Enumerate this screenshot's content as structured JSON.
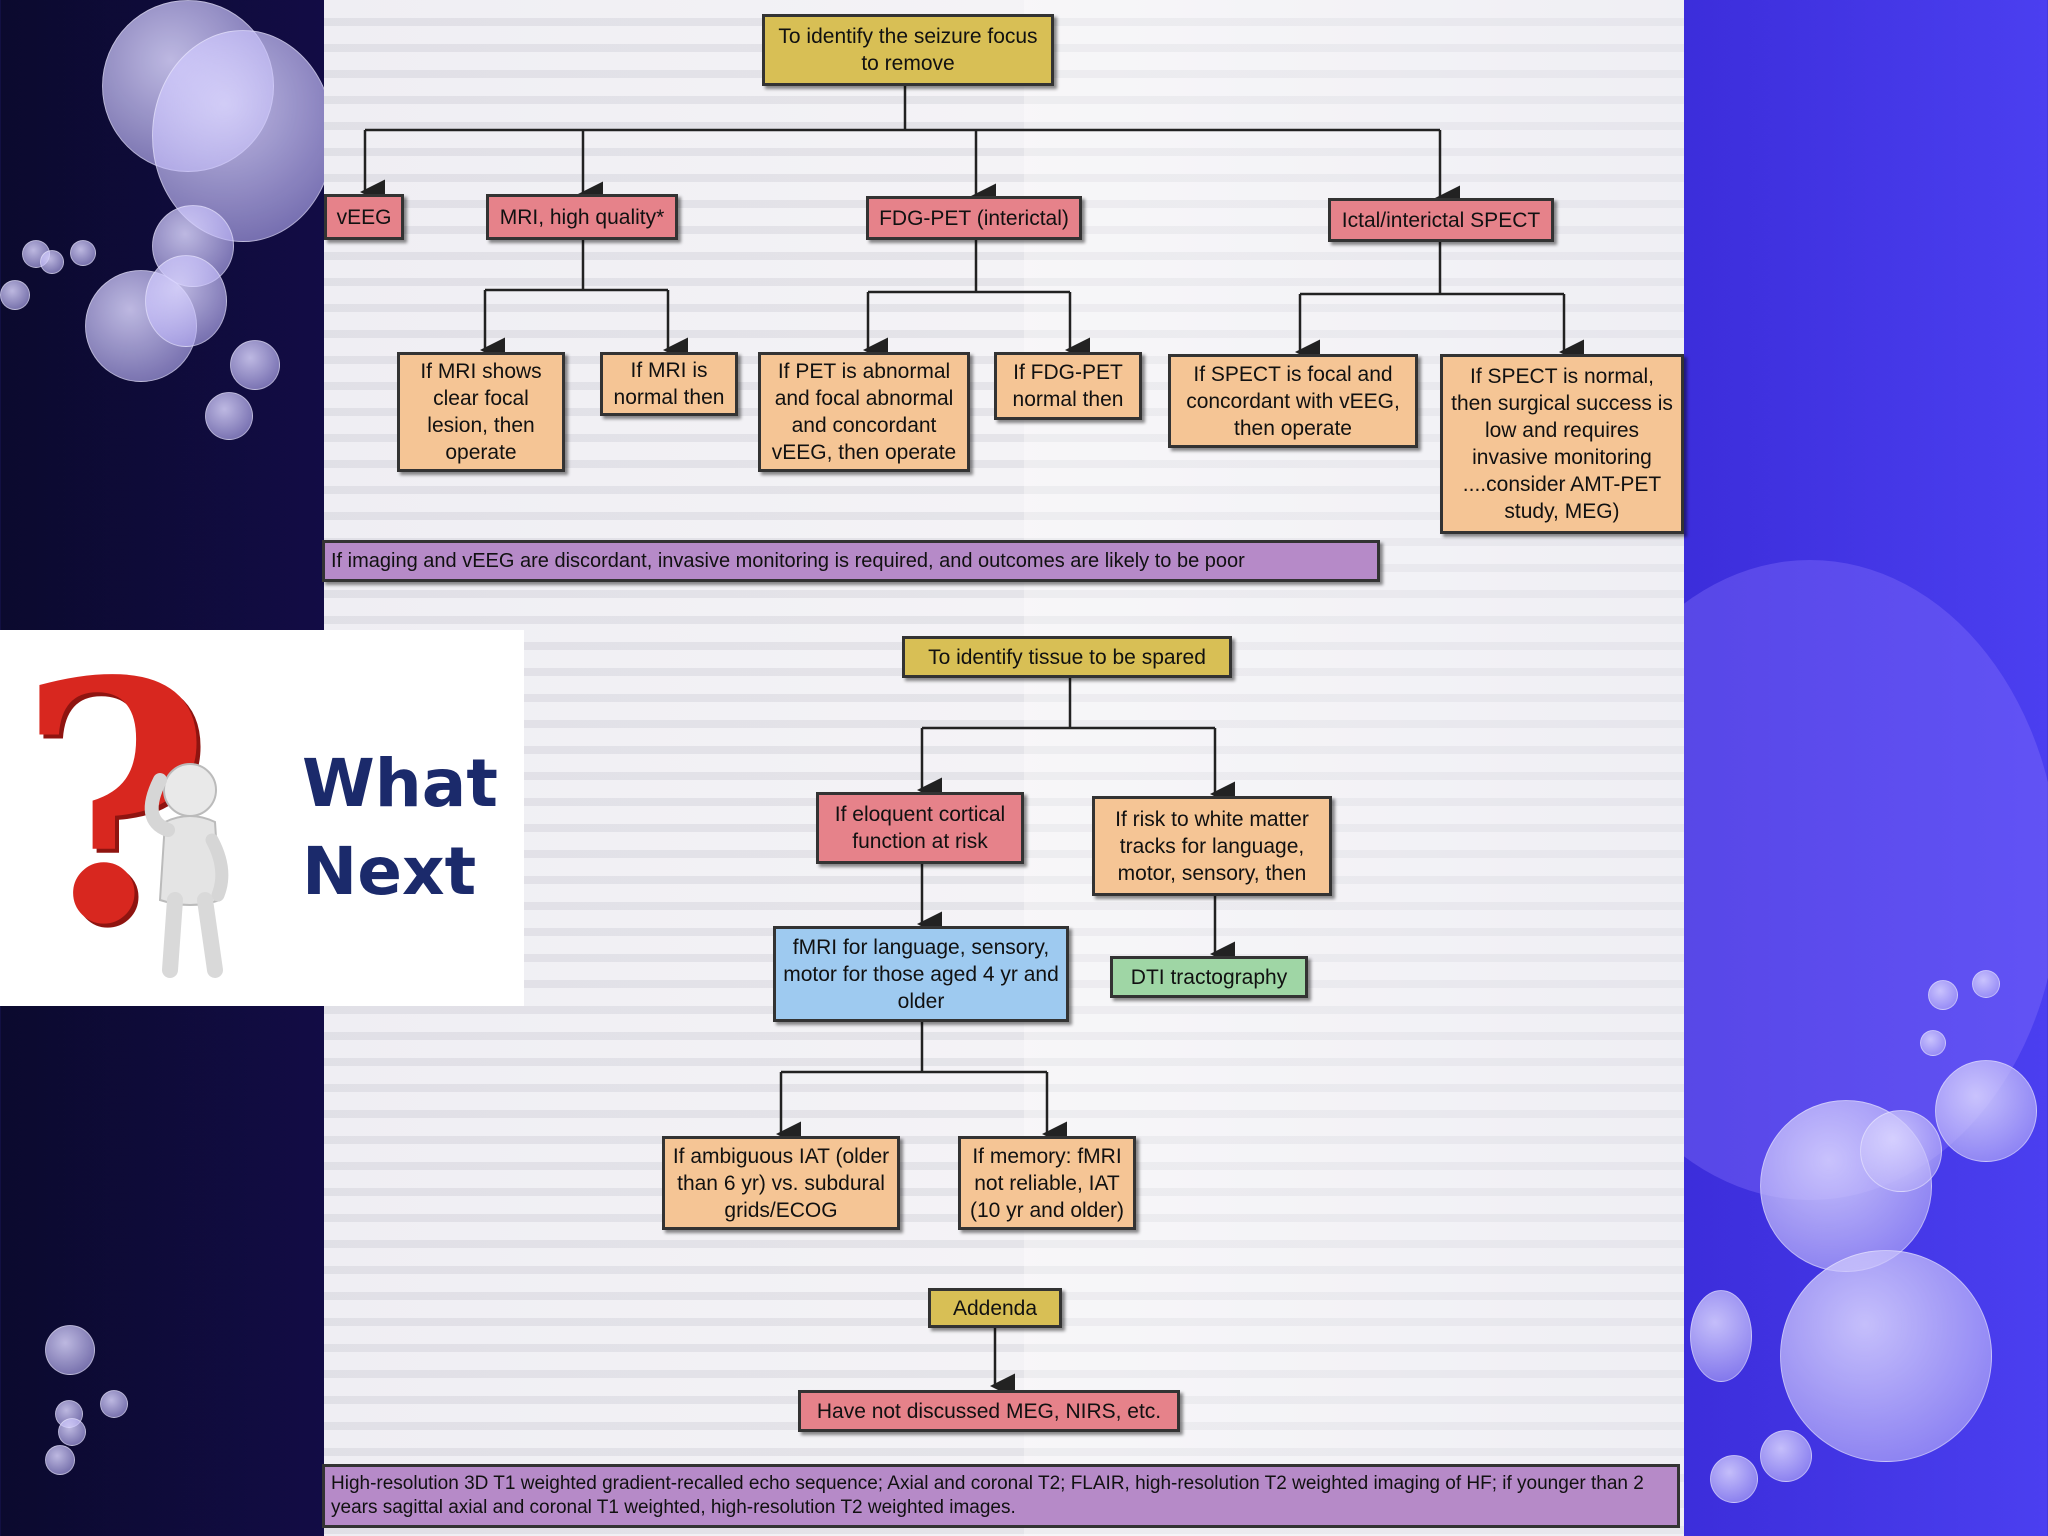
{
  "headline": {
    "line1": "What",
    "line2": "Next"
  },
  "flowchart": {
    "top_title": "To identify the seizure focus to remove",
    "veeg": "vEEG",
    "mri": "MRI, high quality*",
    "fdg_pet": "FDG-PET (interictal)",
    "spect": "Ictal/interictal SPECT",
    "mri_focal": "If MRI shows clear focal lesion, then operate",
    "mri_normal": "If MRI is normal then",
    "pet_abnormal": "If PET is abnormal and focal abnormal and concordant vEEG, then operate",
    "pet_normal": "If FDG-PET normal then",
    "spect_focal": "If SPECT is focal and concordant with vEEG, then operate",
    "spect_normal": "If SPECT is normal, then surgical success is low and requires invasive monitoring ....consider AMT-PET study, MEG)",
    "discordant": "If imaging and vEEG are discordant, invasive monitoring is required, and outcomes are likely to be poor",
    "spared_title": "To identify tissue to be spared",
    "eloquent": "If eloquent cortical function at risk",
    "white_matter": "If risk to white matter tracks for language, motor, sensory, then",
    "fmri": "fMRI for language, sensory, motor for those aged 4 yr and older",
    "dti": "DTI tractography",
    "ambiguous_iat": "If ambiguous IAT (older than 6 yr) vs. subdural grids/ECOG",
    "memory": "If memory: fMRI not reliable, IAT (10 yr and older)",
    "addenda": "Addenda",
    "not_discussed": "Have not discussed MEG, NIRS, etc.",
    "footnote": "High-resolution 3D T1 weighted gradient-recalled echo sequence; Axial and coronal T2; FLAIR, high-resolution T2 weighted imaging of HF; if younger than 2 years sagittal axial and coronal T1 weighted, high-resolution T2 weighted images."
  },
  "colors": {
    "gold": "#d8bf55",
    "red": "#e6828a",
    "orange": "#f5c595",
    "purple": "#b68ac8",
    "blue": "#9ecaf0",
    "green": "#9fd6a5",
    "question_mark": "#d8271f",
    "headline_text": "#1b2a6b"
  },
  "icons": [
    "question-mark-icon",
    "thinking-person-icon"
  ]
}
